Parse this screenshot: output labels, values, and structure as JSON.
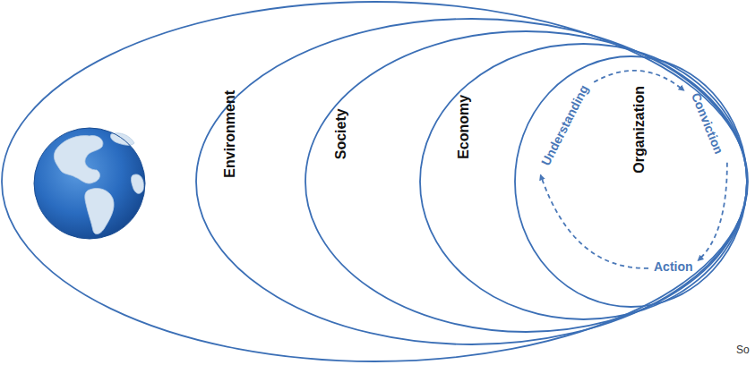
{
  "diagram": {
    "nodes": [
      {
        "text": [
          "Environment"
        ]
      },
      {
        "text": [
          "Society"
        ],
        "in": 0
      },
      {
        "text": [
          "Economy"
        ],
        "in": 1
      },
      {
        "text": [
          "Organization"
        ],
        "in": 2
      },
      {
        "text": [
          "Understanding"
        ],
        "in": 3
      },
      {
        "text": [
          "Conviction"
        ],
        "in": 3
      },
      {
        "text": [
          "Action"
        ],
        "in": 3
      }
    ],
    "edges": [
      {
        "from": 4,
        "to": 5,
        "arrow": "to"
      },
      {
        "from": 5,
        "to": 6,
        "arrow": "to"
      },
      {
        "from": 6,
        "to": 4,
        "arrow": "to"
      }
    ],
    "labels": [
      "So"
    ]
  }
}
